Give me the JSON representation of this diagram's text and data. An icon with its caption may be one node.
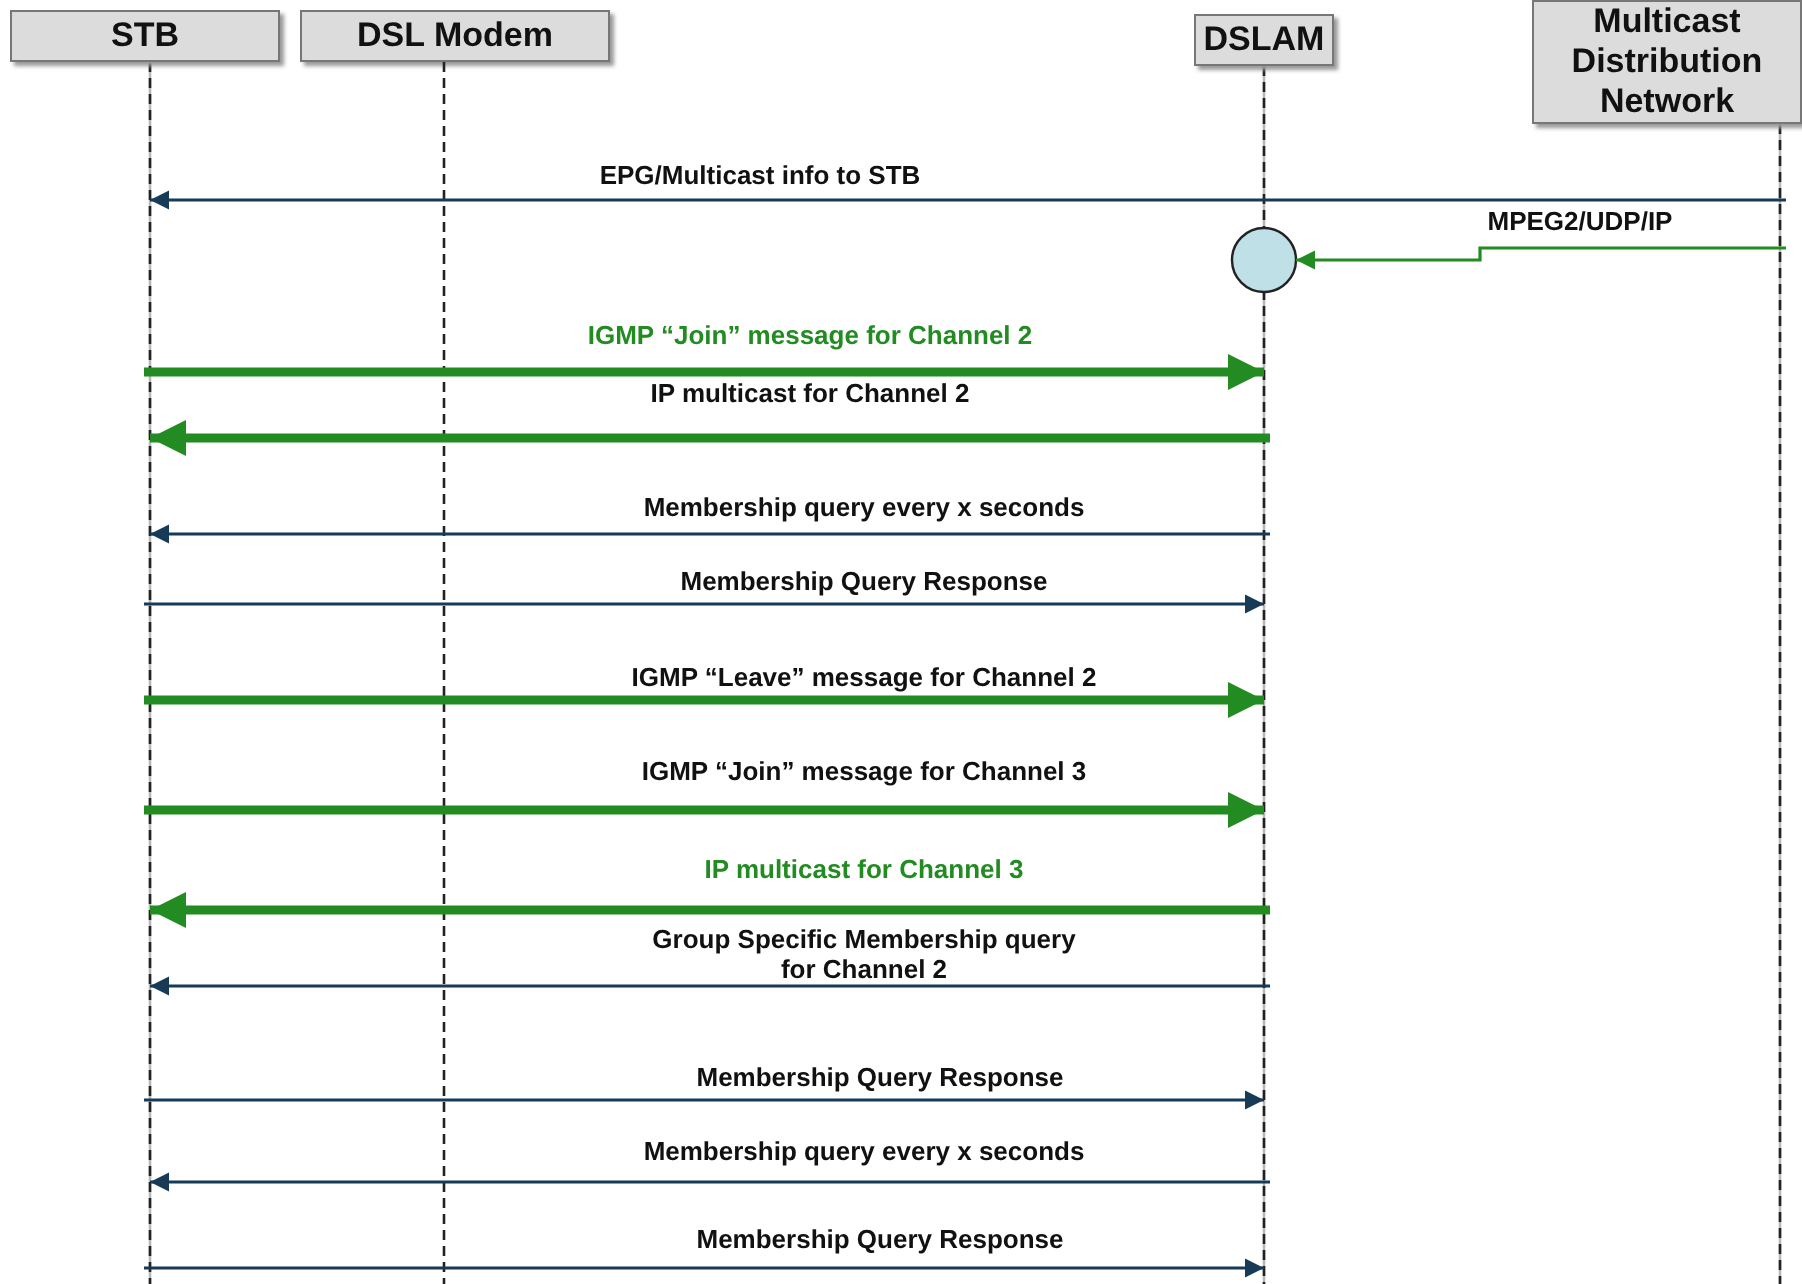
{
  "diagram": {
    "nodes": [
      {
        "text": [
          "STB"
        ]
      },
      {
        "text": [
          "DSL Modem"
        ]
      },
      {
        "text": [
          "DSLAM"
        ]
      },
      {
        "text": [
          "Multicast Distribution Network"
        ]
      },
      {
        "text": [],
        "shape": "circle",
        "in": 2
      }
    ],
    "edges": [
      {
        "from": 3,
        "to": 0,
        "arrow": "to",
        "label": "EPG/Multicast info to STB"
      },
      {
        "from": 3,
        "to": 4,
        "arrow": "to",
        "label": "MPEG2/UDP/IP",
        "color": "#228b22"
      },
      {
        "from": 0,
        "to": 2,
        "arrow": "to",
        "label": "IGMP “Join” message for Channel 2",
        "color": "#228b22",
        "style": "thick"
      },
      {
        "from": 2,
        "to": 0,
        "arrow": "to",
        "label": "IP multicast for Channel 2",
        "color": "#228b22",
        "style": "thick"
      },
      {
        "from": 2,
        "to": 0,
        "arrow": "to",
        "label": "Membership query every x seconds"
      },
      {
        "from": 0,
        "to": 2,
        "arrow": "to",
        "label": "Membership Query Response"
      },
      {
        "from": 0,
        "to": 2,
        "arrow": "to",
        "label": "IGMP “Leave” message for Channel 2",
        "color": "#228b22",
        "style": "thick"
      },
      {
        "from": 0,
        "to": 2,
        "arrow": "to",
        "label": "IGMP “Join” message for Channel 3",
        "color": "#228b22",
        "style": "thick"
      },
      {
        "from": 2,
        "to": 0,
        "arrow": "to",
        "label": "IP multicast for Channel 3",
        "color": "#228b22",
        "style": "thick"
      },
      {
        "from": 2,
        "to": 0,
        "arrow": "to",
        "label": "Group Specific Membership query for Channel 2"
      },
      {
        "from": 0,
        "to": 2,
        "arrow": "to",
        "label": "Membership Query Response"
      },
      {
        "from": 2,
        "to": 0,
        "arrow": "to",
        "label": "Membership query every x seconds"
      },
      {
        "from": 0,
        "to": 2,
        "arrow": "to",
        "label": "Membership Query Response"
      }
    ]
  }
}
